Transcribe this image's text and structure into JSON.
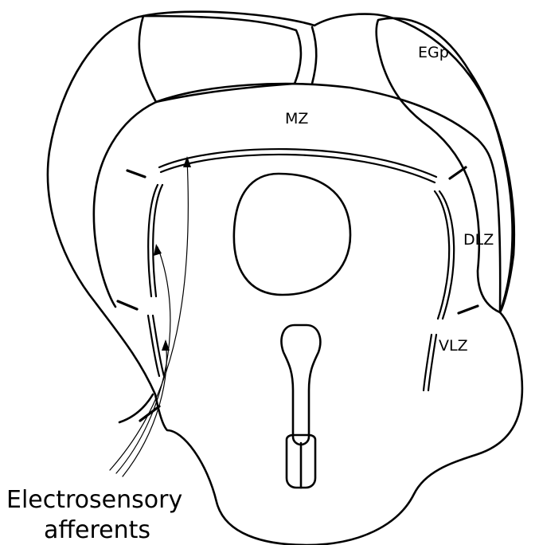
{
  "labels": {
    "egp": "EGp",
    "mz": "MZ",
    "dlz": "DLZ",
    "vlz": "VLZ",
    "afferents_line1": "Electrosensory",
    "afferents_line2": "afferents"
  },
  "colors": {
    "ink": "#000000",
    "background": "#ffffff"
  }
}
